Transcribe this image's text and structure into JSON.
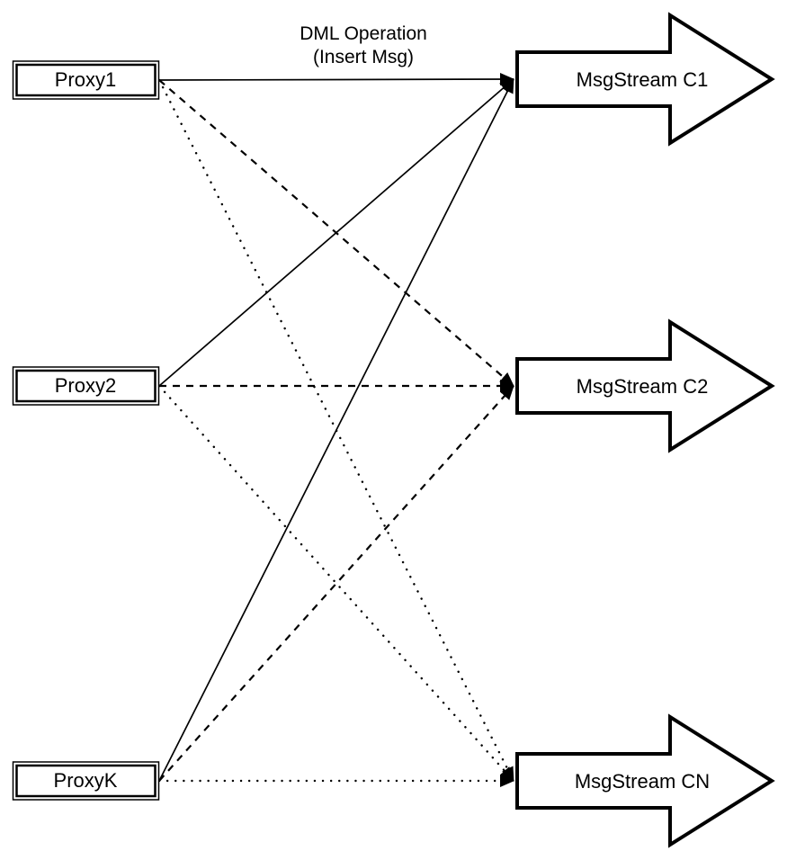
{
  "diagram": {
    "title_line1": "DML Operation",
    "title_line2": "(Insert Msg)",
    "proxies": [
      {
        "label": "Proxy1"
      },
      {
        "label": "Proxy2"
      },
      {
        "label": "ProxyK"
      }
    ],
    "streams": [
      {
        "label": "MsgStream C1"
      },
      {
        "label": "MsgStream C2"
      },
      {
        "label": "MsgStream CN"
      }
    ],
    "edges": [
      {
        "from": "Proxy1",
        "to": "MsgStream C1",
        "line_style": "solid"
      },
      {
        "from": "Proxy2",
        "to": "MsgStream C1",
        "line_style": "solid"
      },
      {
        "from": "ProxyK",
        "to": "MsgStream C1",
        "line_style": "solid"
      },
      {
        "from": "Proxy1",
        "to": "MsgStream C2",
        "line_style": "dashed"
      },
      {
        "from": "Proxy2",
        "to": "MsgStream C2",
        "line_style": "dashed"
      },
      {
        "from": "ProxyK",
        "to": "MsgStream C2",
        "line_style": "dashed"
      },
      {
        "from": "Proxy1",
        "to": "MsgStream CN",
        "line_style": "dotted"
      },
      {
        "from": "Proxy2",
        "to": "MsgStream CN",
        "line_style": "dotted"
      },
      {
        "from": "ProxyK",
        "to": "MsgStream CN",
        "line_style": "dotted"
      }
    ],
    "colors": {
      "stroke": "#000000",
      "fill": "#ffffff",
      "background": "#ffffff"
    }
  }
}
